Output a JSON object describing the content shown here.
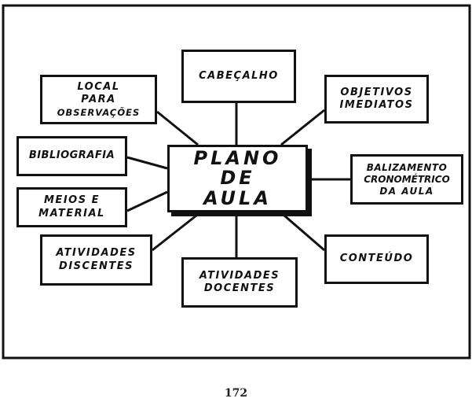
{
  "diagram": {
    "center": {
      "lines": [
        "PLANO",
        "DE",
        "AULA"
      ]
    },
    "nodes": {
      "cabecalho": {
        "lines": [
          "CABEÇALHO"
        ]
      },
      "local": {
        "lines": [
          "LOCAL",
          "PARA",
          "OBSERVAÇÕES"
        ]
      },
      "objetivos": {
        "lines": [
          "OBJETIVOS",
          "IMEDIATOS"
        ]
      },
      "bibliografia": {
        "lines": [
          "BIBLIOGRAFIA"
        ]
      },
      "balizamento": {
        "lines": [
          "BALIZAMENTO",
          "CRONOMÉTRICO",
          "DA AULA"
        ]
      },
      "meios": {
        "lines": [
          "MEIOS E",
          "MATERIAL"
        ]
      },
      "discentes": {
        "lines": [
          "ATIVIDADES",
          "DISCENTES"
        ]
      },
      "conteudo": {
        "lines": [
          "CONTEÚDO"
        ]
      },
      "docentes": {
        "lines": [
          "ATIVIDADES",
          "DOCENTES"
        ]
      }
    }
  },
  "page_number": "172"
}
